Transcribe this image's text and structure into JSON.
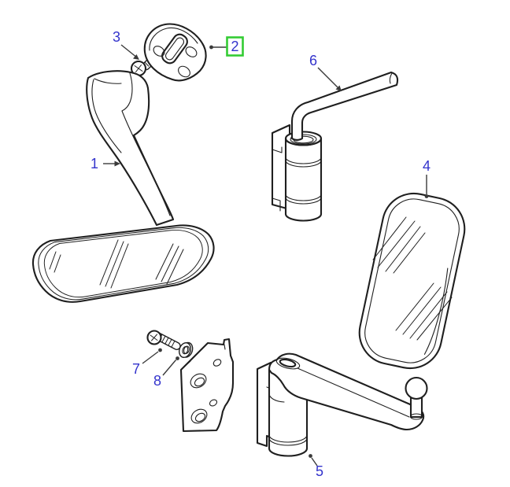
{
  "diagram": {
    "type": "exploded-parts-diagram",
    "background": "#ffffff",
    "line_color": "#1f1f1f",
    "callout_color": "#3333cc",
    "highlight_color": "#33cc33",
    "callouts": [
      {
        "label": "1",
        "highlighted": false
      },
      {
        "label": "2",
        "highlighted": true
      },
      {
        "label": "3",
        "highlighted": false
      },
      {
        "label": "4",
        "highlighted": false
      },
      {
        "label": "5",
        "highlighted": false
      },
      {
        "label": "6",
        "highlighted": false
      },
      {
        "label": "7",
        "highlighted": false
      },
      {
        "label": "8",
        "highlighted": false
      }
    ]
  }
}
